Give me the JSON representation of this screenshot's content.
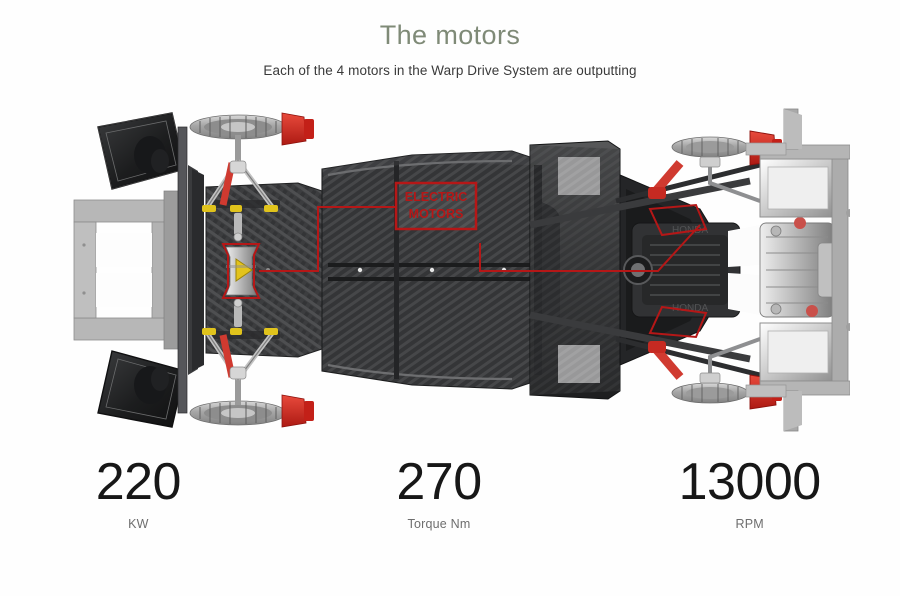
{
  "header": {
    "title": "The motors",
    "subtitle": "Each of the 4 motors in the Warp Drive System are outputting",
    "title_color": "#7f8a77",
    "subtitle_color": "#3a3a3a"
  },
  "figure": {
    "name": "chassis-top-view-diagram",
    "description": "Top-view technical rendering of a racing car carbon-fibre chassis with front wing, suspension, brake discs, central spine, rear gearbox and rear subframe",
    "annotation": {
      "label": "ELECTRIC\nMOTORS",
      "label_line1": "ELECTRIC",
      "label_line2": "MOTORS",
      "color": "#b51717",
      "callout_targets": 3
    },
    "palette": {
      "carbon_dark": "#2e2f31",
      "carbon_mid": "#4a4b4d",
      "carbon_light": "#6a6b6d",
      "metal_grey": "#9a9a9a",
      "metal_light": "#c7c7c7",
      "accent_red": "#cf2222",
      "accent_yellow": "#e8c41a",
      "background": "#fefefe"
    }
  },
  "stats": [
    {
      "value": "220",
      "label": "KW"
    },
    {
      "value": "270",
      "label": "Torque Nm"
    },
    {
      "value": "13000",
      "label": "RPM"
    }
  ]
}
